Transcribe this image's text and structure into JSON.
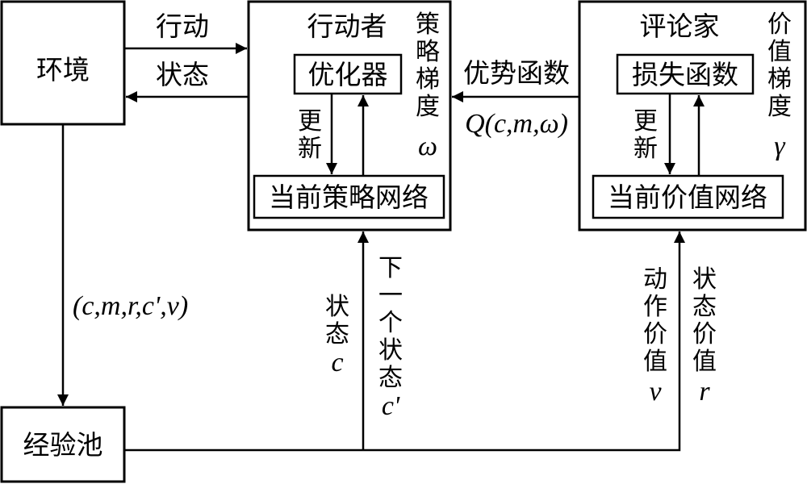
{
  "nodes": {
    "environment": "环境",
    "experience_pool": "经验池",
    "actor": "行动者",
    "optimizer": "优化器",
    "current_policy_network": "当前策略网络",
    "critic": "评论家",
    "loss_function": "损失函数",
    "current_value_network": "当前价值网络"
  },
  "edges": {
    "action": "行动",
    "state": "状态",
    "advantage_function": "优势函数",
    "q_expr": "Q(c,m,ω)",
    "tuple": "(c,m,r,c',v)",
    "actor_update": [
      "更",
      "新"
    ],
    "critic_update": [
      "更",
      "新"
    ],
    "policy_gradient": [
      "策",
      "略",
      "梯",
      "度",
      "ω"
    ],
    "value_gradient": [
      "价",
      "值",
      "梯",
      "度",
      "γ"
    ],
    "state_c": [
      "状",
      "态",
      "c"
    ],
    "next_state": [
      "下",
      "一",
      "个",
      "状",
      "态",
      "c'"
    ],
    "action_value": [
      "动",
      "作",
      "价",
      "值",
      "v"
    ],
    "state_value": [
      "状",
      "态",
      "价",
      "值",
      "r"
    ]
  }
}
